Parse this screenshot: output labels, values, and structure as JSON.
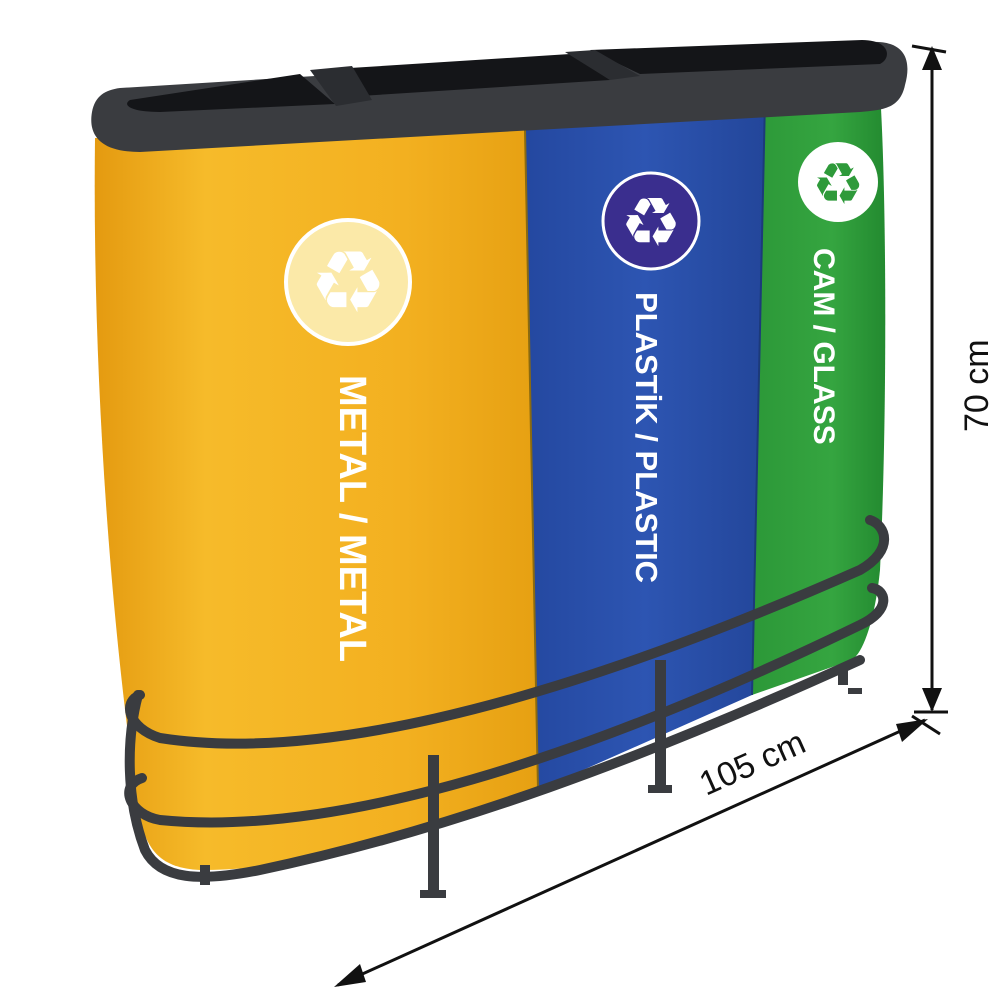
{
  "bins": [
    {
      "label": "METAL / METAL",
      "color": "#f2b01e",
      "icon": "metal-recycle-icon"
    },
    {
      "label": "PLASTİK / PLASTIC",
      "color": "#2a4fa8",
      "icon": "plastic-recycle-icon"
    },
    {
      "label": "CAM / GLASS",
      "color": "#2e9a3a",
      "icon": "glass-recycle-icon"
    }
  ],
  "dimensions": {
    "height": "70 cm",
    "width": "105 cm"
  },
  "frame_color": "#3a3c40"
}
